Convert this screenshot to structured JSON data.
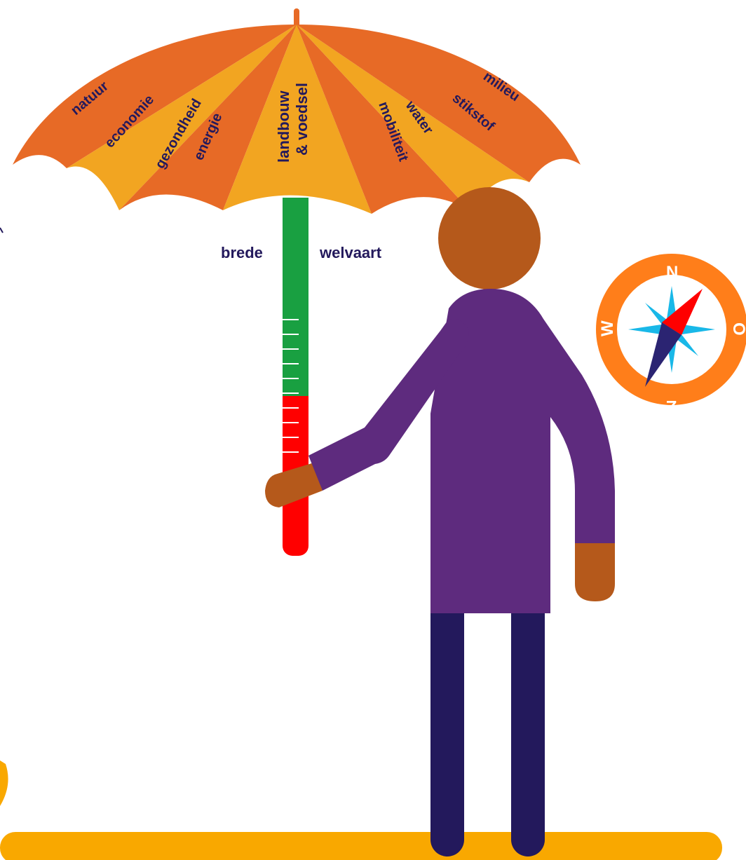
{
  "umbrella": {
    "labels": {
      "natuur": "natuur",
      "economie": "economie",
      "gezondheid": "gezondheid",
      "energie": "energie",
      "landbouw": "landbouw",
      "voedsel": "& voedsel",
      "water": "water",
      "mobiliteit": "mobiliteit",
      "stikstof": "stikstof",
      "milieu": "milieu"
    }
  },
  "gauge": {
    "left_label": "brede",
    "right_label": "welvaart",
    "level_fraction": 0.45
  },
  "compass": {
    "north": "N",
    "east": "O",
    "south": "Z",
    "west": "W"
  },
  "colors": {
    "orange_dark": "#e76a26",
    "orange_light": "#f2a521",
    "green": "#19a041",
    "red": "#ff0000",
    "purple": "#5e2b7e",
    "navy": "#23195c",
    "skin": "#b5591b",
    "ground": "#f9a800",
    "compass_ring": "#ff7e1a",
    "compass_blue": "#19b8e8"
  }
}
